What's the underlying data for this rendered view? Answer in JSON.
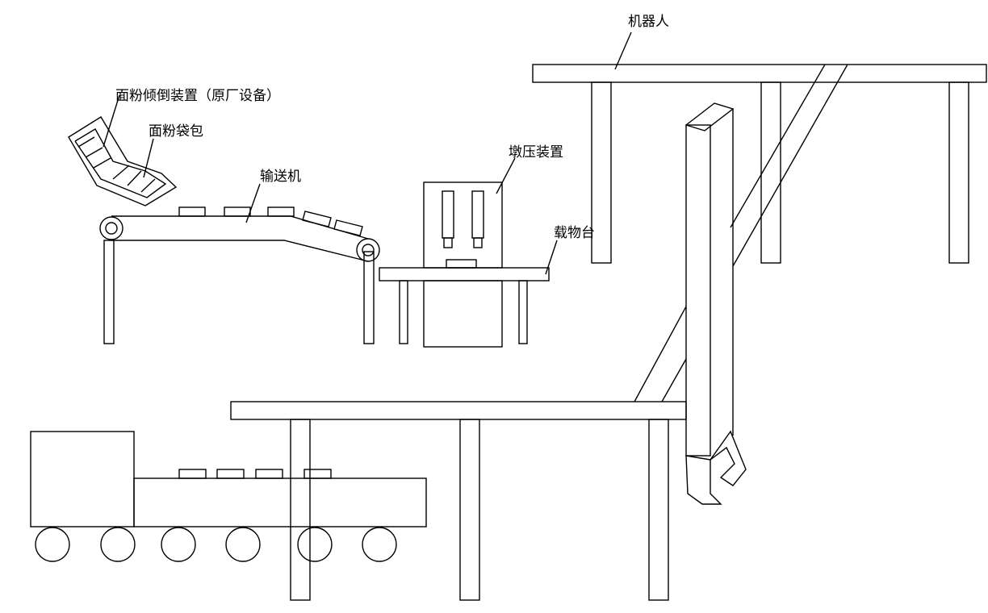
{
  "labels": {
    "robot": "机器人",
    "flour_dumper": "面粉倾倒装置（原厂设备）",
    "bag": "面粉袋包",
    "conveyor": "输送机",
    "press": "墩压装置",
    "platform": "载物台"
  },
  "colors": {
    "stroke": "#000000",
    "background": "#ffffff"
  }
}
